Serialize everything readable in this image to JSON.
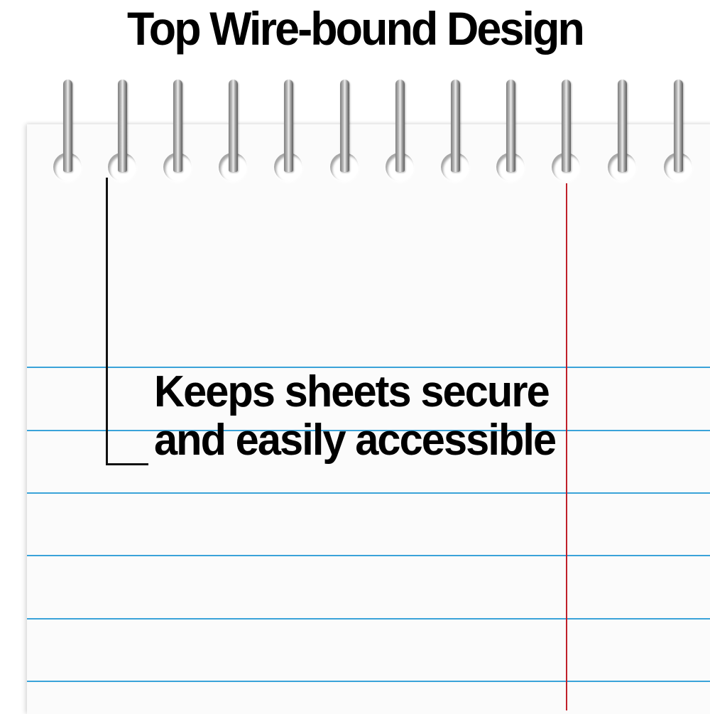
{
  "title": "Top Wire-bound Design",
  "caption": {
    "line1": "Keeps sheets secure",
    "line2": "and easily accessible"
  },
  "illustration": {
    "ring_count": 12,
    "ring_x": [
      95,
      172,
      250,
      328,
      406,
      485,
      563,
      641,
      719,
      797,
      876,
      955
    ],
    "rule_y": [
      516,
      605,
      693,
      781,
      870,
      958
    ],
    "colors": {
      "rule_line": "#3aa3d9",
      "margin_line": "#c0202a",
      "paper": "#fbfbfb",
      "text": "#000000"
    }
  }
}
